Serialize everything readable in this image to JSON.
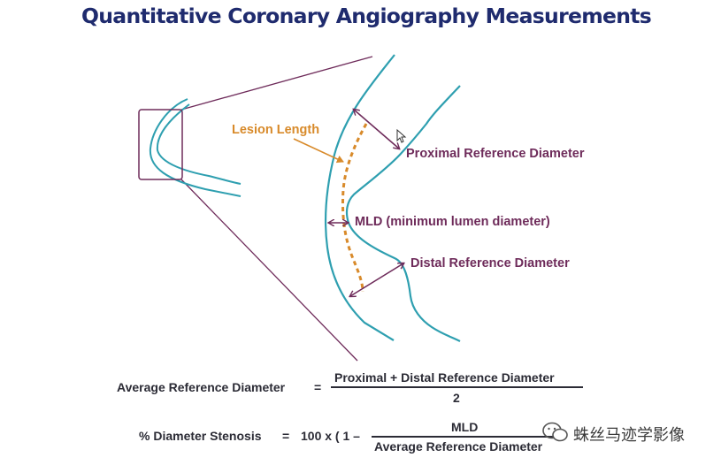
{
  "title": "Quantitative Coronary Angiography Measurements",
  "labels": {
    "lesion_length": "Lesion Length",
    "proximal": "Proximal Reference Diameter",
    "mld": "MLD (minimum lumen diameter)",
    "distal": "Distal Reference Diameter"
  },
  "formula1": {
    "lhs": "Average Reference Diameter",
    "eq": "=",
    "numerator": "Proximal + Distal Reference Diameter",
    "denominator": "2"
  },
  "formula2": {
    "lhs": "% Diameter Stenosis",
    "eq": "=",
    "prefix": "100 x ( 1 –",
    "numerator": "MLD",
    "denominator": "Average Reference Diameter"
  },
  "watermark": "蛛丝马迹学影像",
  "colors": {
    "vessel": "#2e9fb0",
    "arrow": "#6e2b5a",
    "lesion": "#d88a2a",
    "title": "#1f2b6e"
  }
}
